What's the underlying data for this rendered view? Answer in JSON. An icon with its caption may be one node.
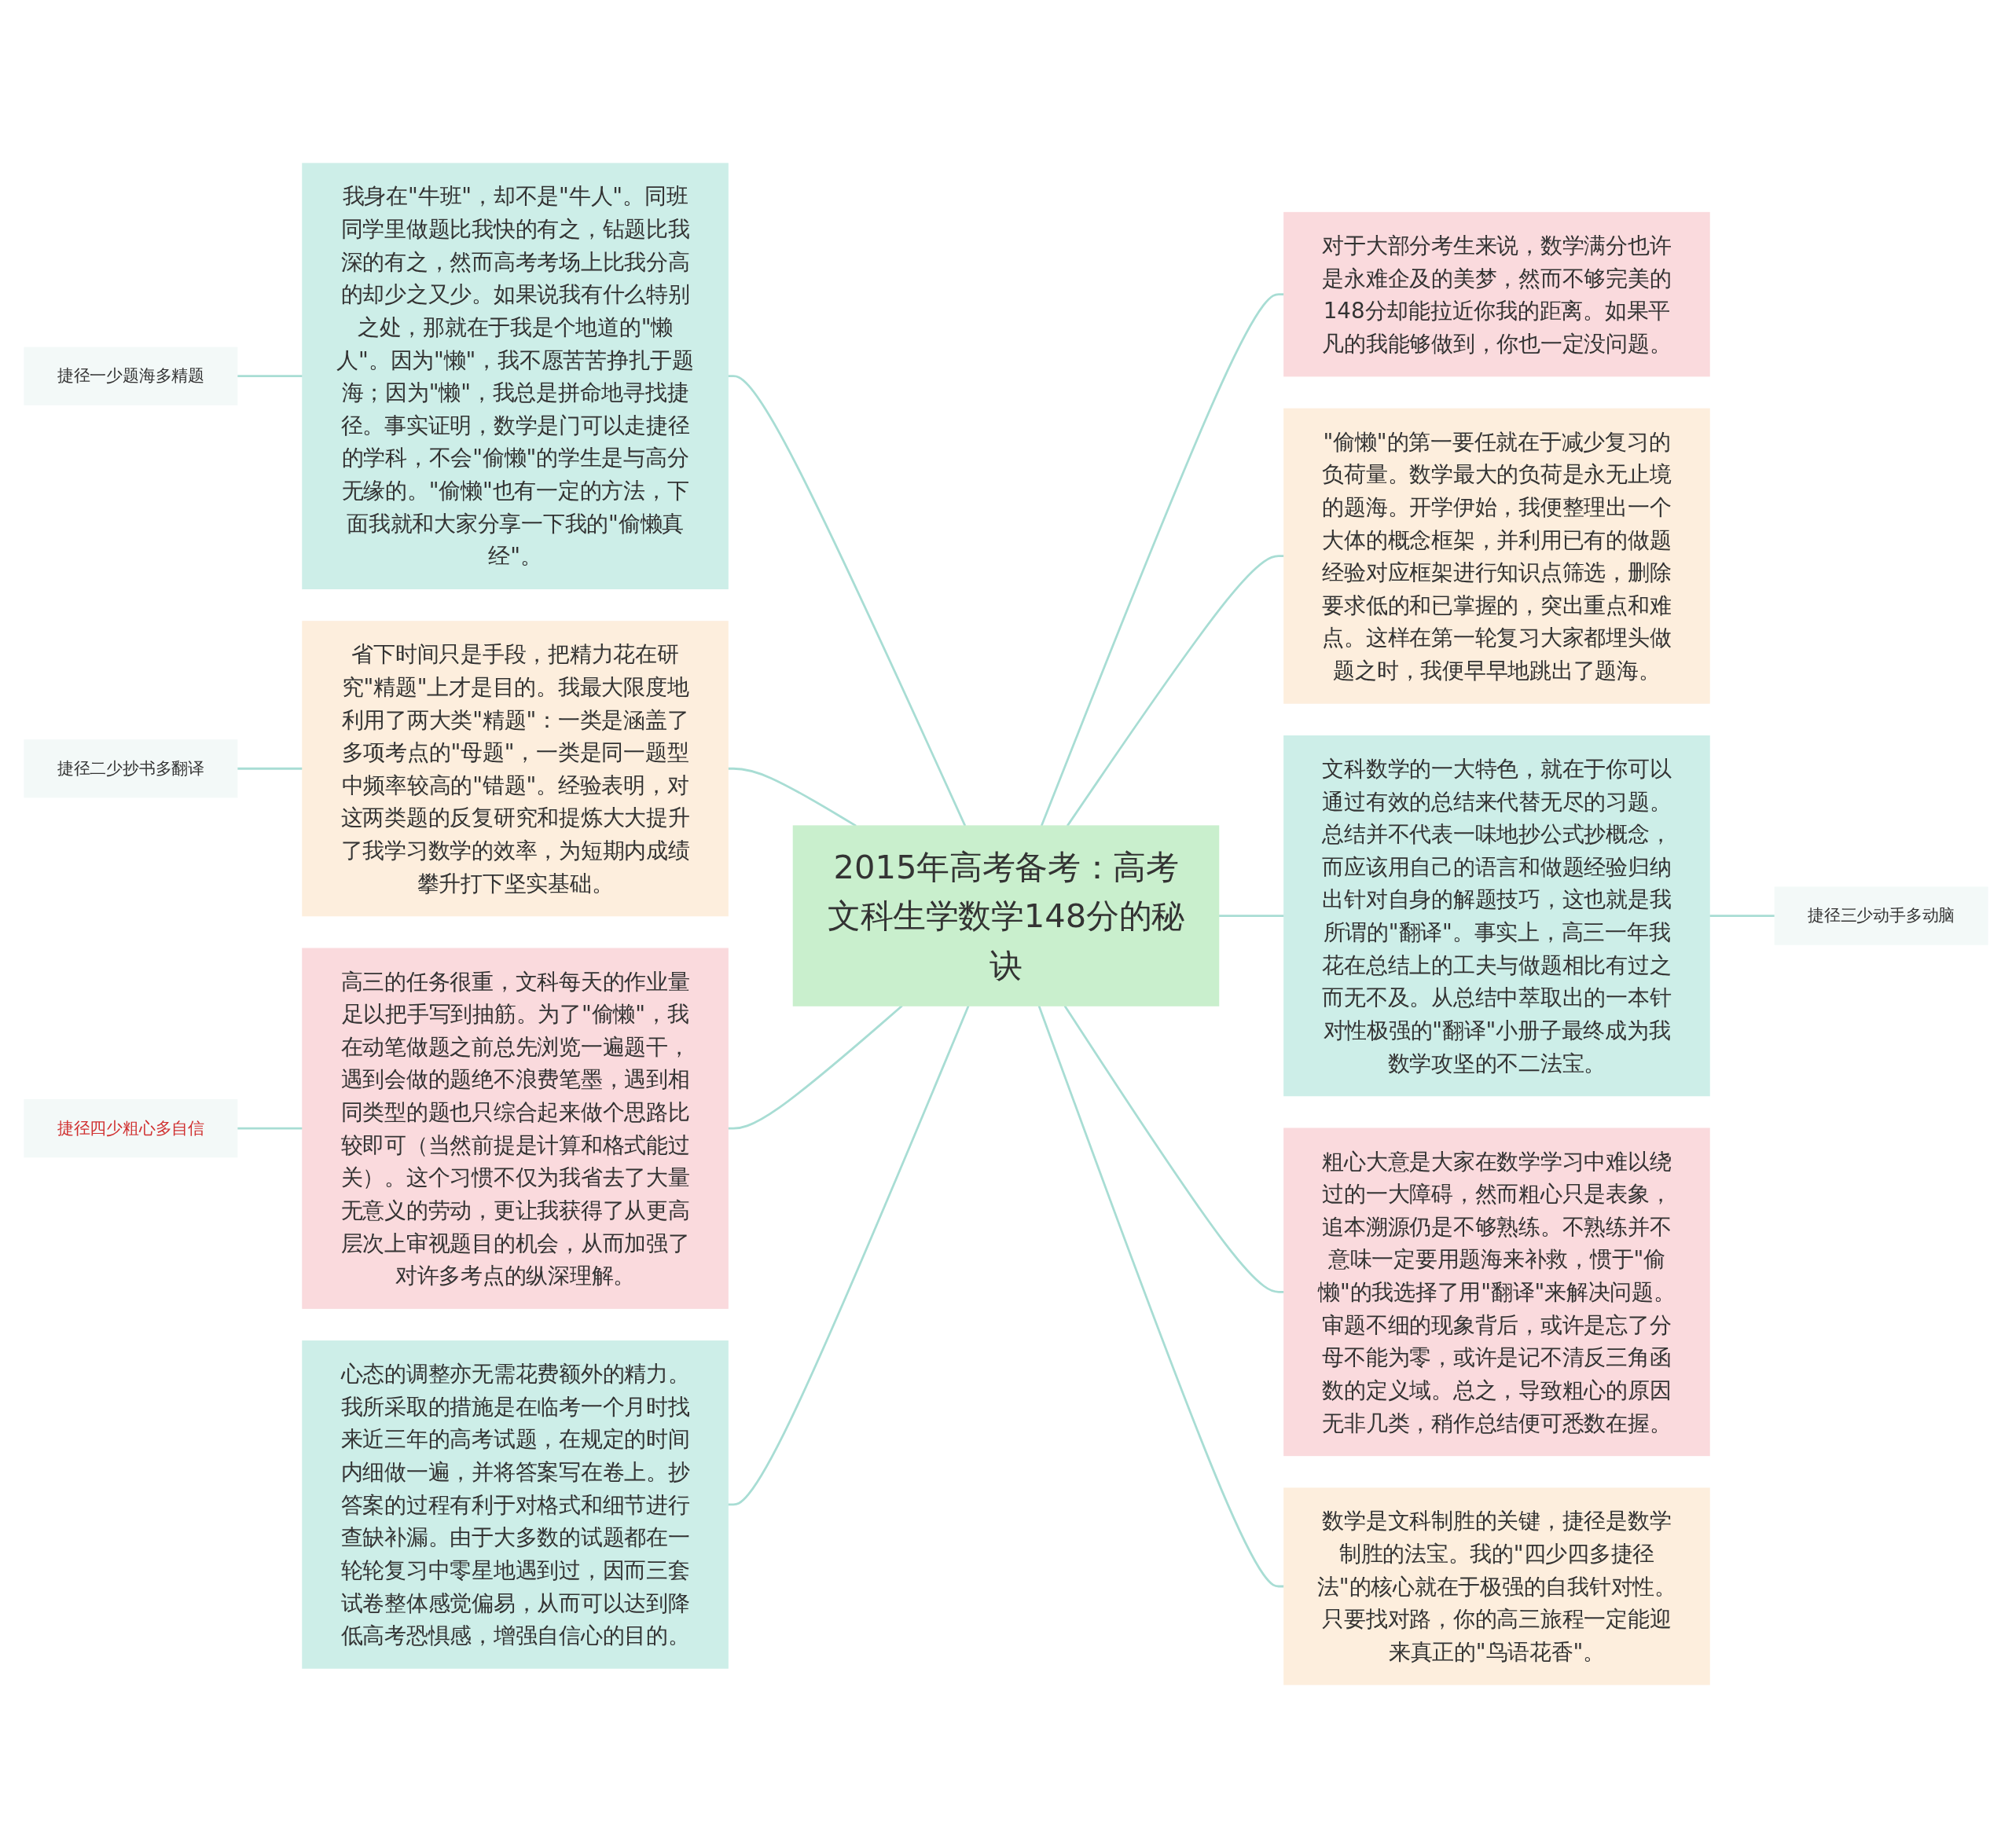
{
  "diagram": {
    "nodes": [
      {
        "text": [
          "2015年高考备考：高考文科生学数学148分的秘诀"
        ]
      },
      {
        "text": [
          "我身在\"牛班\"，却不是\"牛人\"。同班同学里做题比我快的有之，钻题比我深的有之，然而高考考场上比我分高的却少之又少。如果说我有什么特别之处，那就在于我是个地道的\"懒人\"。因为\"懒\"，我不愿苦苦挣扎于题海；因为\"懒\"，我总是拼命地寻找捷径。事实证明，数学是门可以走捷径的学科，不会\"偷懒\"的学生是与高分无缘的。\"偷懒\"也有一定的方法，下面我就和大家分享一下我的\"偷懒真经\"。"
        ]
      },
      {
        "text": [
          "捷径一少题海多精题"
        ]
      },
      {
        "text": [
          "省下时间只是手段，把精力花在研究\"精题\"上才是目的。我最大限度地利用了两大类\"精题\"：一类是涵盖了多项考点的\"母题\"，一类是同一题型中频率较高的\"错题\"。经验表明，对这两类题的反复研究和提炼大大提升了我学习数学的效率，为短期内成绩攀升打下坚实基础。"
        ]
      },
      {
        "text": [
          "捷径二少抄书多翻译"
        ]
      },
      {
        "text": [
          "高三的任务很重，文科每天的作业量足以把手写到抽筋。为了\"偷懒\"，我在动笔做题之前总先浏览一遍题干，遇到会做的题绝不浪费笔墨，遇到相同类型的题也只综合起来做个思路比较即可（当然前提是计算和格式能过关）。这个习惯不仅为我省去了大量无意义的劳动，更让我获得了从更高层次上审视题目的机会，从而加强了对许多考点的纵深理解。"
        ]
      },
      {
        "text": [
          "捷径四少粗心多自信"
        ]
      },
      {
        "text": [
          "心态的调整亦无需花费额外的精力。我所采取的措施是在临考一个月时找来近三年的高考试题，在规定的时间内细做一遍，并将答案写在卷上。抄答案的过程有利于对格式和细节进行查缺补漏。由于大多数的试题都在一轮轮复习中零星地遇到过，因而三套试卷整体感觉偏易，从而可以达到降低高考恐惧感，增强自信心的目的。"
        ]
      },
      {
        "text": [
          "对于大部分考生来说，数学满分也许是永难企及的美梦，然而不够完美的148分却能拉近你我的距离。如果平凡的我能够做到，你也一定没问题。"
        ]
      },
      {
        "text": [
          "\"偷懒\"的第一要任就在于减少复习的负荷量。数学最大的负荷是永无止境的题海。开学伊始，我便整理出一个大体的概念框架，并利用已有的做题经验对应框架进行知识点筛选，删除要求低的和已掌握的，突出重点和难点。这样在第一轮复习大家都埋头做题之时，我便早早地跳出了题海。"
        ]
      },
      {
        "text": [
          "文科数学的一大特色，就在于你可以通过有效的总结来代替无尽的习题。总结并不代表一味地抄公式抄概念，而应该用自己的语言和做题经验归纳出针对自身的解题技巧，这也就是我所谓的\"翻译\"。事实上，高三一年我花在总结上的工夫与做题相比有过之而无不及。从总结中萃取出的一本针对性极强的\"翻译\"小册子最终成为我数学攻坚的不二法宝。"
        ]
      },
      {
        "text": [
          "捷径三少动手多动脑"
        ]
      },
      {
        "text": [
          "粗心大意是大家在数学学习中难以绕过的一大障碍，然而粗心只是表象，追本溯源仍是不够熟练。不熟练并不意味一定要用题海来补救，惯于\"偷懒\"的我选择了用\"翻译\"来解决问题。审题不细的现象背后，或许是忘了分母不能为零，或许是记不清反三角函数的定义域。总之，导致粗心的原因无非几类，稍作总结便可悉数在握。"
        ]
      },
      {
        "text": [
          "数学是文科制胜的关键，捷径是数学制胜的法宝。我的\"四少四多捷径法\"的核心就在于极强的自我针对性。只要找对路，你的高三旅程一定能迎来真正的\"鸟语花香\"。"
        ]
      }
    ],
    "edges": [
      {
        "from": 2,
        "to": 1,
        "arrow": "none"
      },
      {
        "from": 1,
        "to": 0,
        "arrow": "none"
      },
      {
        "from": 4,
        "to": 3,
        "arrow": "none"
      },
      {
        "from": 3,
        "to": 0,
        "arrow": "none"
      },
      {
        "from": 6,
        "to": 5,
        "arrow": "none"
      },
      {
        "from": 5,
        "to": 0,
        "arrow": "none"
      },
      {
        "from": 7,
        "to": 0,
        "arrow": "none"
      },
      {
        "from": 0,
        "to": 8,
        "arrow": "none"
      },
      {
        "from": 0,
        "to": 9,
        "arrow": "none"
      },
      {
        "from": 0,
        "to": 10,
        "arrow": "none"
      },
      {
        "from": 10,
        "to": 11,
        "arrow": "none"
      },
      {
        "from": 0,
        "to": 12,
        "arrow": "none"
      },
      {
        "from": 0,
        "to": 13,
        "arrow": "none"
      }
    ]
  }
}
